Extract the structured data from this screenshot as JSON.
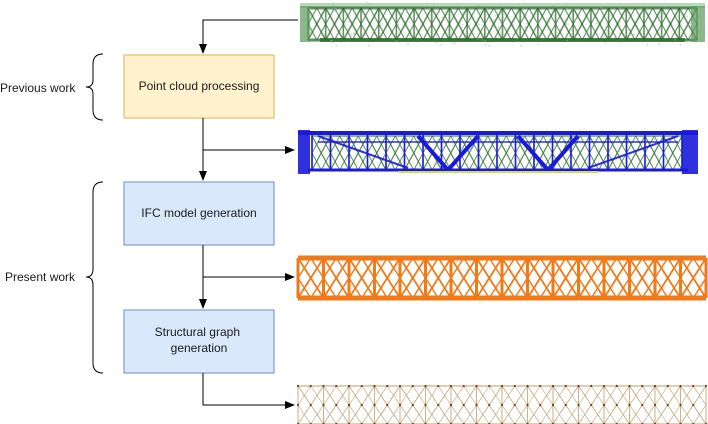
{
  "groups": {
    "previous": "Previous work",
    "present": "Present work"
  },
  "steps": {
    "point_cloud": [
      "Point cloud processing"
    ],
    "ifc": [
      "IFC model generation"
    ],
    "graph": [
      "Structural graph",
      "generation"
    ]
  },
  "colors": {
    "yellow_box_fill": "#fff2cc",
    "yellow_box_stroke": "#d6b656",
    "blue_box_fill": "#dae8fc",
    "blue_box_stroke": "#6c8ebf",
    "raw_cloud": "#2e6b2e",
    "segmented_cloud_blue": "#1a1adb",
    "segmented_cloud_green": "#3a7a3a",
    "ifc_model": "#f07a18",
    "graph_edges": "#b8a06a",
    "graph_nodes": "#8b2d10"
  },
  "images": {
    "raw": "raw-point-cloud-image",
    "segmented": "segmented-point-cloud-image",
    "ifc": "ifc-bridge-model-image",
    "graph": "structural-graph-image"
  }
}
